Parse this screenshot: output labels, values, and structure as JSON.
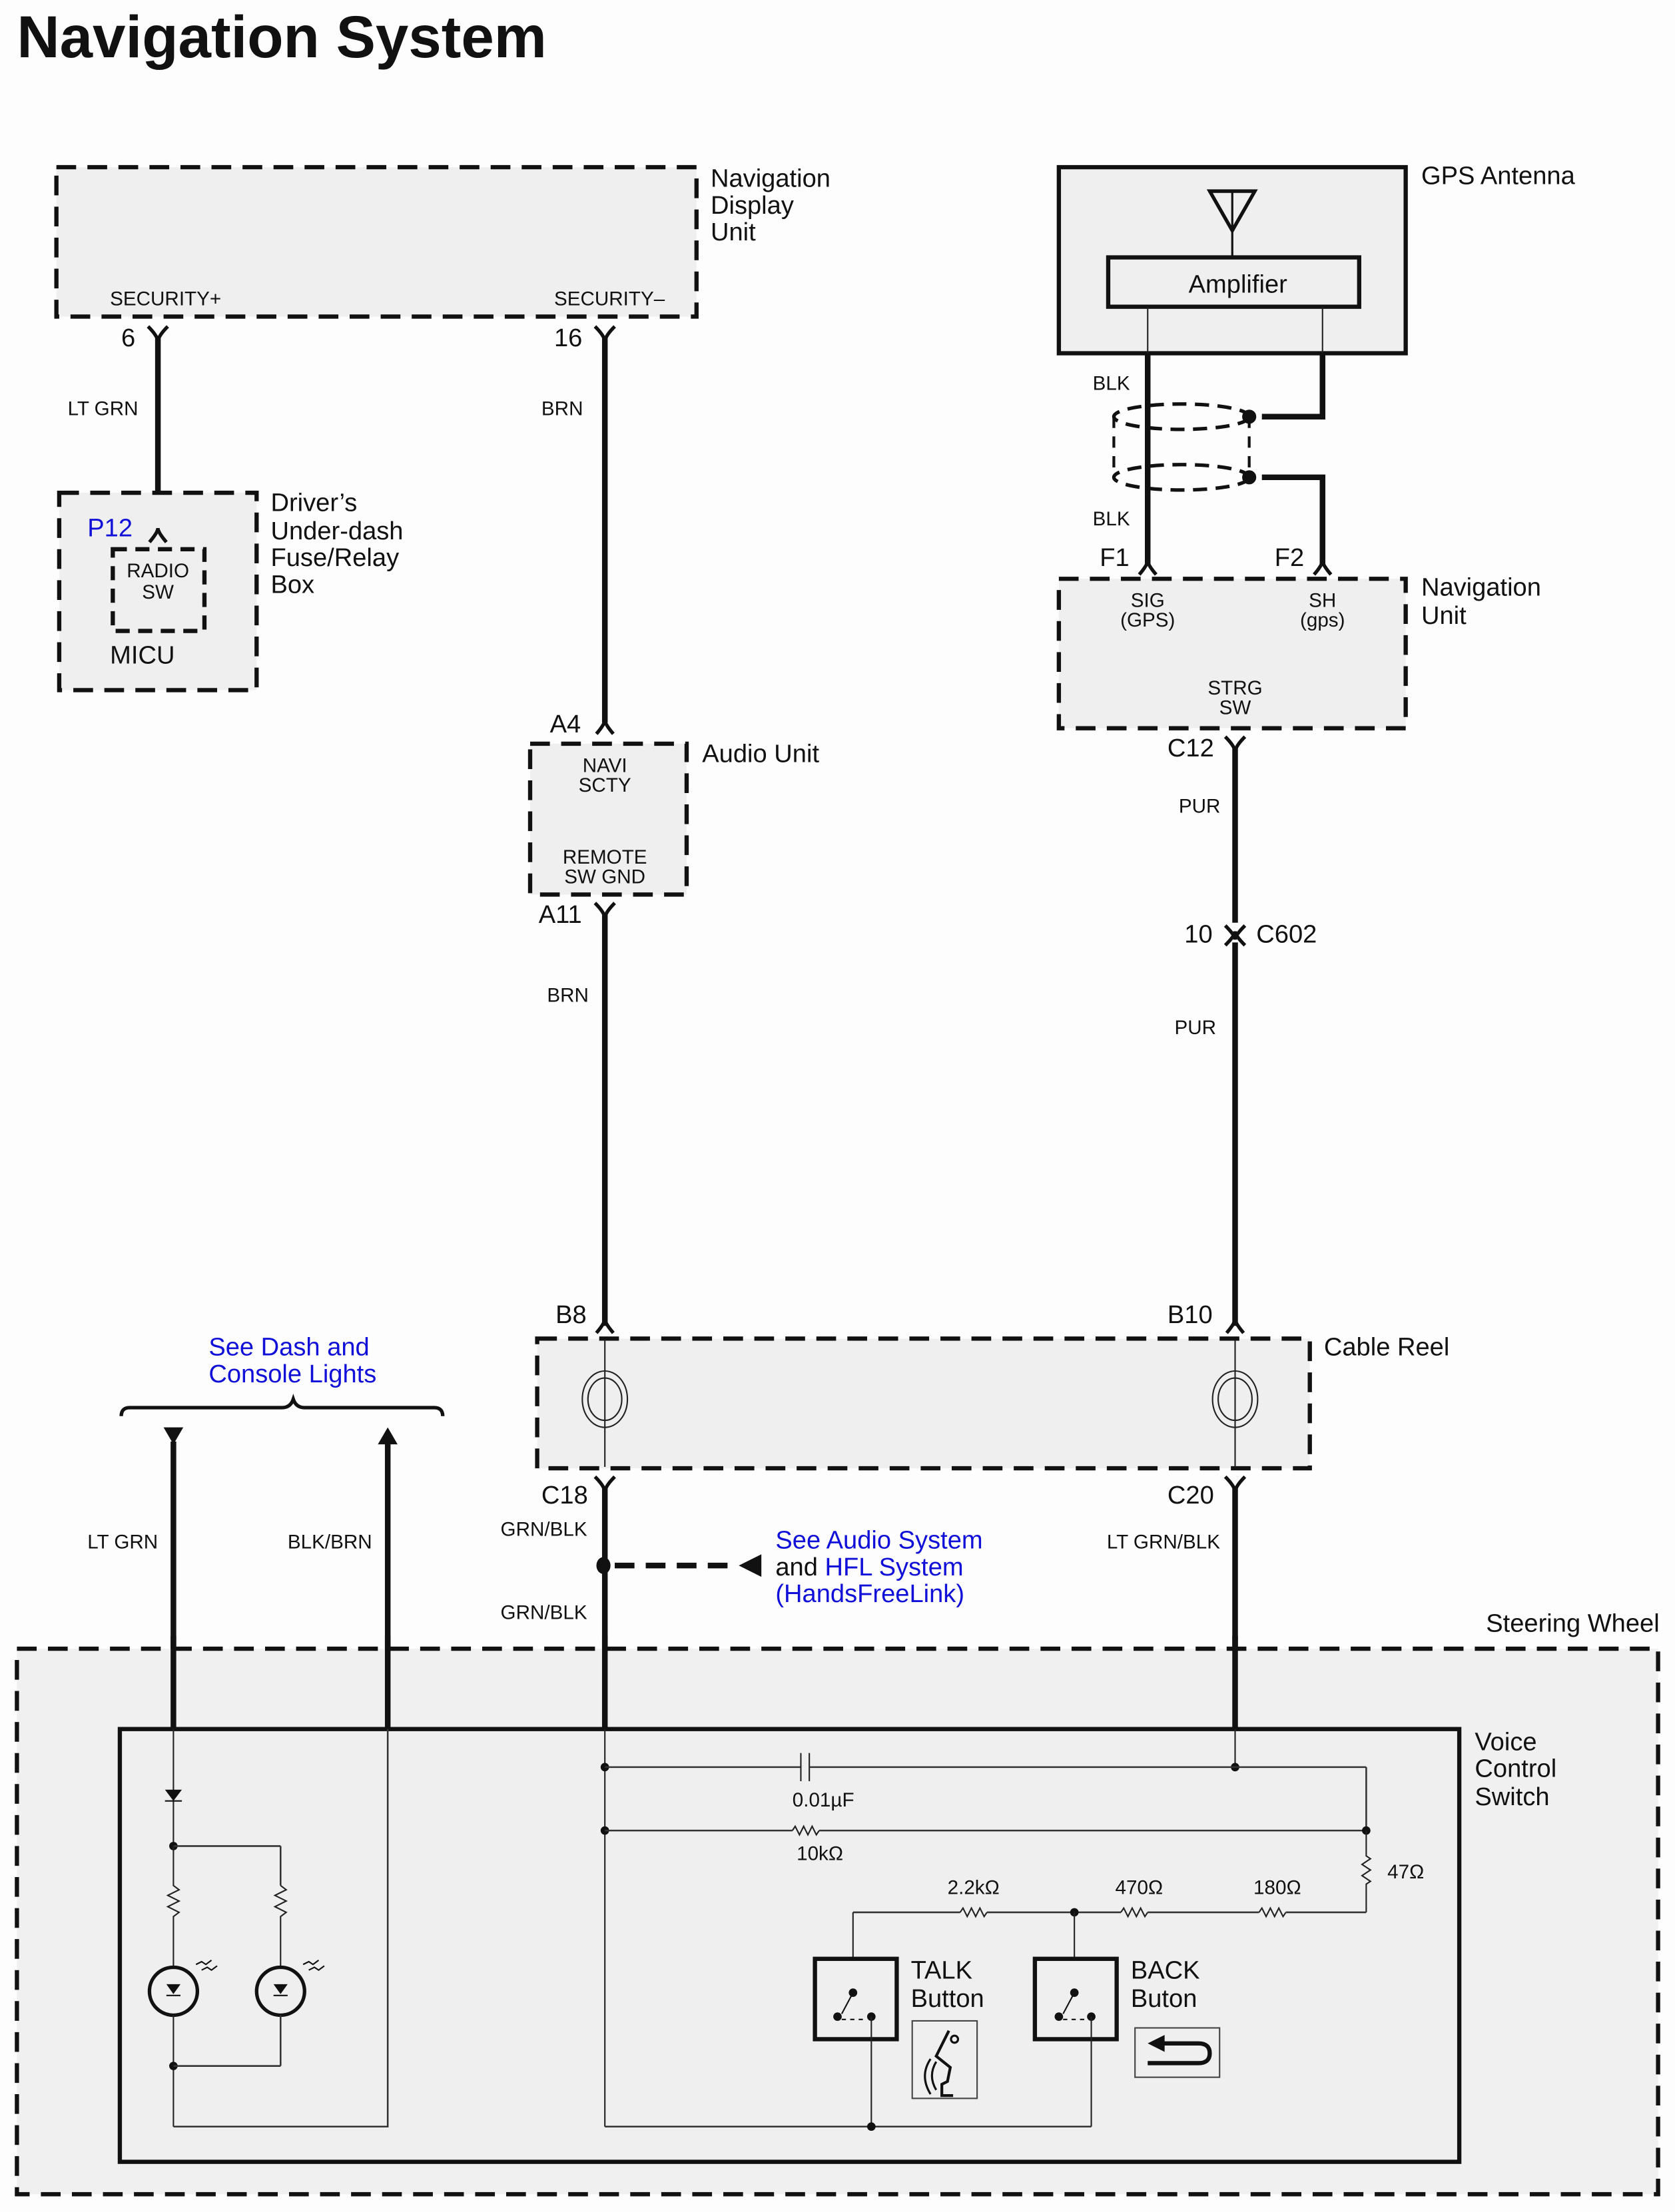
{
  "title": "Navigation System",
  "colors": {
    "link": "#1010d8",
    "box_fill": "#efefef",
    "wire": "#111111"
  },
  "components": {
    "nav_display": {
      "name_lines": [
        "Navigation",
        "Display",
        "Unit"
      ],
      "pin_left": "SECURITY+",
      "pin_right": "SECURITY–"
    },
    "gps_antenna": {
      "name": "GPS Antenna",
      "amplifier": "Amplifier"
    },
    "micu": {
      "name_lines": [
        "Driver’s",
        "Under-dash",
        "Fuse/Relay",
        "Box"
      ],
      "inner_lines": [
        "RADIO",
        "SW"
      ],
      "label": "MICU",
      "connector": "P12"
    },
    "audio_unit": {
      "name": "Audio Unit",
      "pin_top_lines": [
        "NAVI",
        "SCTY"
      ],
      "pin_bottom_lines": [
        "REMOTE",
        "SW GND"
      ]
    },
    "nav_unit": {
      "name_lines": [
        "Navigation",
        "Unit"
      ],
      "pin_sig_lines": [
        "SIG",
        "(GPS)"
      ],
      "pin_sh_lines": [
        "SH",
        "(gps)"
      ],
      "pin_strg_lines": [
        "STRG",
        "SW"
      ]
    },
    "cable_reel": {
      "name": "Cable Reel"
    },
    "steering_wheel": {
      "name": "Steering Wheel"
    },
    "voice_switch": {
      "name_lines": [
        "Voice",
        "Control",
        "Switch"
      ]
    },
    "talk_button": {
      "name_lines": [
        "TALK",
        "Button"
      ],
      "icon": "voice-talk-icon"
    },
    "back_button": {
      "name_lines": [
        "BACK",
        "Buton"
      ],
      "icon": "return-arrow-icon"
    }
  },
  "terminals": {
    "nd_6": "6",
    "nd_16": "16",
    "f1": "F1",
    "f2": "F2",
    "a4": "A4",
    "a11": "A11",
    "c12": "C12",
    "c602_pin": "10",
    "c602": "C602",
    "b8": "B8",
    "b10": "B10",
    "c18": "C18",
    "c20": "C20"
  },
  "wires": {
    "ltgrn_top": "LT GRN",
    "brn_top": "BRN",
    "blk_top": "BLK",
    "blk_bottom": "BLK",
    "pur_top": "PUR",
    "pur_bottom": "PUR",
    "brn_mid": "BRN",
    "grnblk_top": "GRN/BLK",
    "grnblk_bottom": "GRN/BLK",
    "ltgrnblk": "LT GRN/BLK",
    "ltgrn_left": "LT GRN",
    "blkbrn_left": "BLK/BRN"
  },
  "references": {
    "dash_lights": [
      "See Dash and",
      "Console Lights"
    ],
    "audio_hfl": {
      "line1": "See Audio System",
      "line2_prefix": "and ",
      "line2_link": "HFL System",
      "line3": "(HandsFreeLink)"
    }
  },
  "parts": {
    "capacitor": "0.01µF",
    "r10k": "10kΩ",
    "r47": "47Ω",
    "r2k2": "2.2kΩ",
    "r470": "470Ω",
    "r180": "180Ω"
  }
}
